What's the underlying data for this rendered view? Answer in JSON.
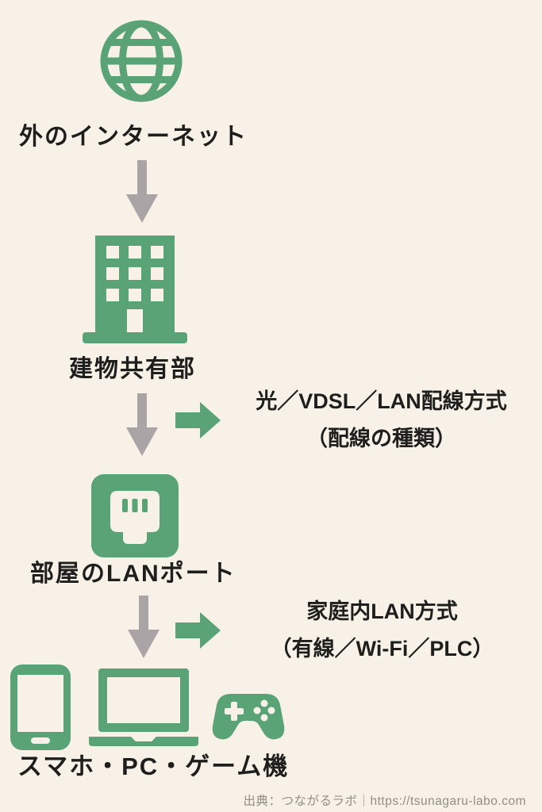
{
  "palette": {
    "background": "#f7f1e7",
    "green": "#5aa376",
    "arrow_gray": "#aba4a6",
    "text": "#1e1e1c",
    "muted_text": "#918e86"
  },
  "flow": {
    "steps": [
      {
        "icon": "globe-icon",
        "label": "外のインターネット"
      },
      {
        "icon": "building-icon",
        "label": "建物共有部"
      },
      {
        "icon": "lan-port-icon",
        "label": "部屋のLANポート"
      },
      {
        "icons": [
          "smartphone-icon",
          "laptop-icon",
          "gamepad-icon"
        ],
        "label": "スマホ・PC・ゲーム機"
      }
    ],
    "branches": [
      {
        "title": "光／VDSL／LAN配線方式",
        "subtitle": "（配線の種類）"
      },
      {
        "title": "家庭内LAN方式",
        "subtitle": "（有線／Wi-Fi／PLC）"
      }
    ]
  },
  "footer": {
    "attribution": "出典：つながるラボ｜https://tsunagaru-labo.com"
  }
}
